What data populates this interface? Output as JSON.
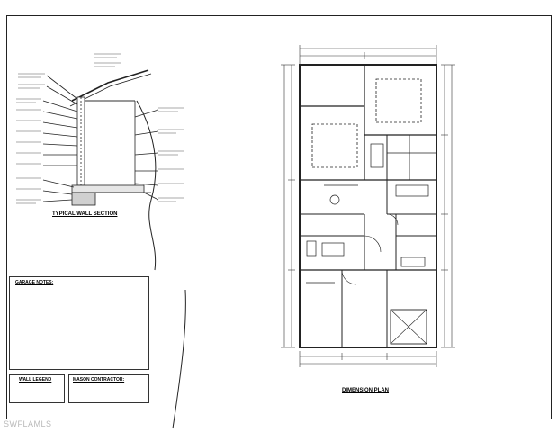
{
  "sheet": {
    "wall_section_title": "TYPICAL WALL SECTION",
    "plan_title": "DIMENSION PLAN",
    "notes_title": "GARAGE NOTES:",
    "legend_title": "WALL LEGEND",
    "mason_title": "MASON CONTRACTOR:"
  },
  "watermark": "SWFLAMLS"
}
